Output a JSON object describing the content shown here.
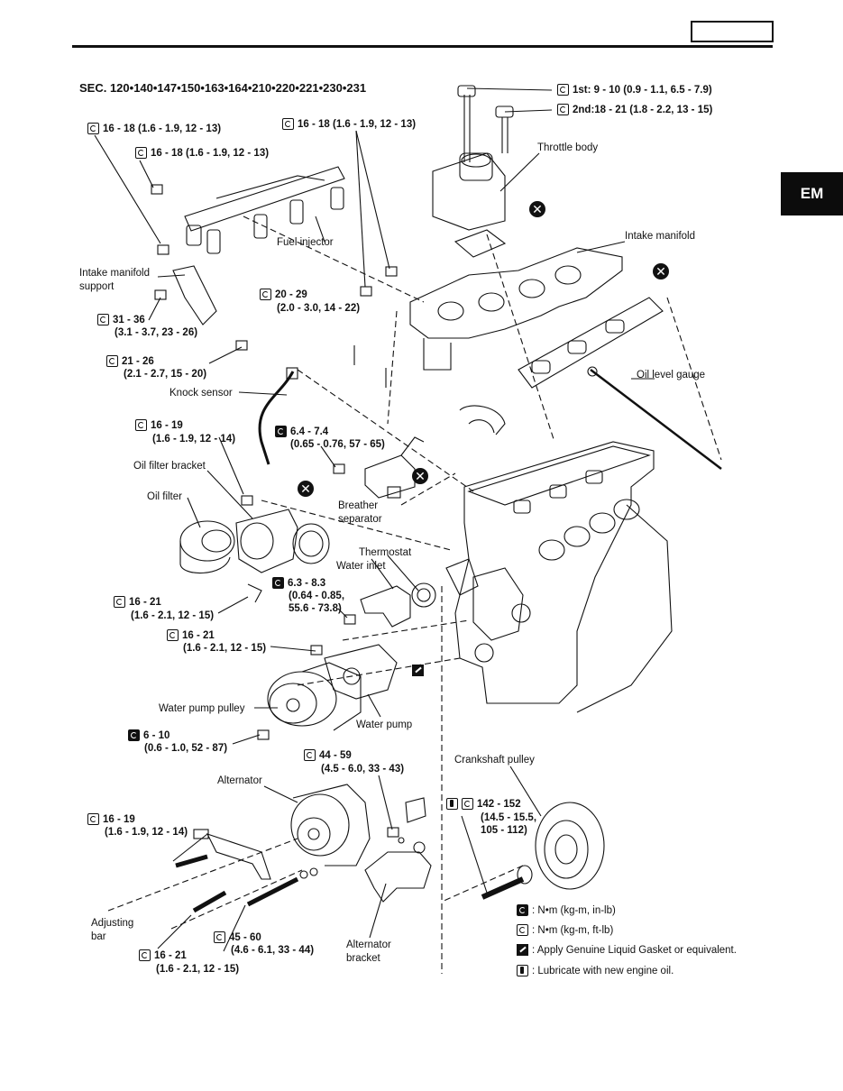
{
  "header": {
    "section": "SEC. 120•140•147•150•163•164•210•220•221•230•231",
    "tab_label": "EM"
  },
  "labels": {
    "throttle_body": "Throttle body",
    "intake_manifold": "Intake manifold",
    "fuel_injector": "Fuel injector",
    "intake_manifold_support_1": "Intake manifold",
    "intake_manifold_support_2": "support",
    "knock_sensor": "Knock sensor",
    "oil_level_gauge": "Oil level gauge",
    "oil_filter_bracket": "Oil filter bracket",
    "oil_filter": "Oil filter",
    "breather_separator_1": "Breather",
    "breather_separator_2": "separator",
    "thermostat": "Thermostat",
    "water_inlet": "Water inlet",
    "water_pump_pulley": "Water pump pulley",
    "water_pump": "Water pump",
    "crankshaft_pulley": "Crankshaft pulley",
    "alternator": "Alternator",
    "adjusting_bar_1": "Adjusting",
    "adjusting_bar_2": "bar",
    "alternator_bracket_1": "Alternator",
    "alternator_bracket_2": "bracket"
  },
  "torques": {
    "throttle_1st": "1st:  9 - 10 (0.9 - 1.1, 6.5 - 7.9)",
    "throttle_2nd": "2nd:18 - 21 (1.8 - 2.2, 13 - 15)",
    "t_16_18_a": "16 - 18 (1.6 - 1.9, 12 - 13)",
    "t_16_18_b": "16 - 18 (1.6 - 1.9, 12 - 13)",
    "t_16_18_c": "16 - 18 (1.6 - 1.9, 12 - 13)",
    "t_20_29_1": "20 - 29",
    "t_20_29_2": "(2.0 - 3.0, 14 - 22)",
    "t_31_36_1": "31 - 36",
    "t_31_36_2": "(3.1 - 3.7, 23 - 26)",
    "t_21_26_1": "21 - 26",
    "t_21_26_2": "(2.1 - 2.7, 15 - 20)",
    "t_16_19_a_1": "16 - 19",
    "t_16_19_a_2": "(1.6 - 1.9, 12 - 14)",
    "t_6_4_1": "6.4 - 7.4",
    "t_6_4_2": "(0.65 - 0.76, 57 - 65)",
    "t_6_3_1": "6.3 - 8.3",
    "t_6_3_2": "(0.64 - 0.85,",
    "t_6_3_3": "55.6 - 73.8)",
    "t_16_21_a_1": "16 - 21",
    "t_16_21_a_2": "(1.6 - 2.1, 12 - 15)",
    "t_16_21_b_1": "16 - 21",
    "t_16_21_b_2": "(1.6 - 2.1, 12 - 15)",
    "t_6_10_1": "6 - 10",
    "t_6_10_2": "(0.6 - 1.0, 52 - 87)",
    "t_44_59_1": "44 - 59",
    "t_44_59_2": "(4.5 - 6.0, 33 - 43)",
    "t_142_1": "142 - 152",
    "t_142_2": "(14.5 - 15.5,",
    "t_142_3": "105 - 112)",
    "t_16_19_b_1": "16 - 19",
    "t_16_19_b_2": "(1.6 - 1.9, 12 - 14)",
    "t_45_60_1": "45 - 60",
    "t_45_60_2": "(4.6 - 6.1, 33 - 44)",
    "t_16_21_c_1": "16 - 21",
    "t_16_21_c_2": "(1.6 - 2.1, 12 - 15)"
  },
  "legend": {
    "in_lb": ": N•m (kg-m, in-lb)",
    "ft_lb": ": N•m (kg-m, ft-lb)",
    "gasket": ": Apply Genuine Liquid Gasket or equivalent.",
    "oil": ": Lubricate with new engine oil."
  }
}
